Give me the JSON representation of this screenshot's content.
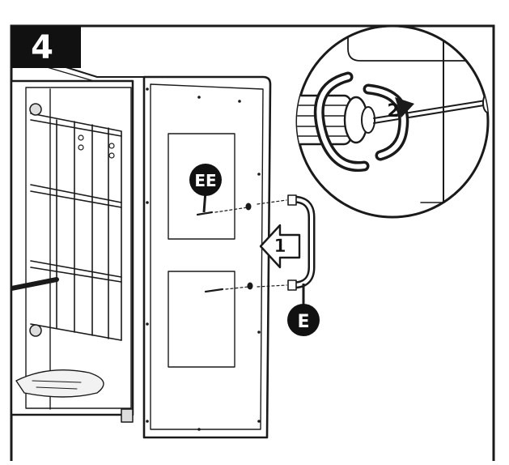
{
  "step": {
    "number": "4"
  },
  "callouts": {
    "screw_part": "EE",
    "handle_part": "E",
    "action_insert": "1",
    "action_turn": "2"
  },
  "colors": {
    "ink": "#1a1a1a",
    "paper": "#ffffff",
    "badge": "#111111"
  },
  "icons": [
    "screwdriver-icon",
    "rotation-arrow-icon",
    "push-arrow-icon",
    "screw-icon"
  ]
}
